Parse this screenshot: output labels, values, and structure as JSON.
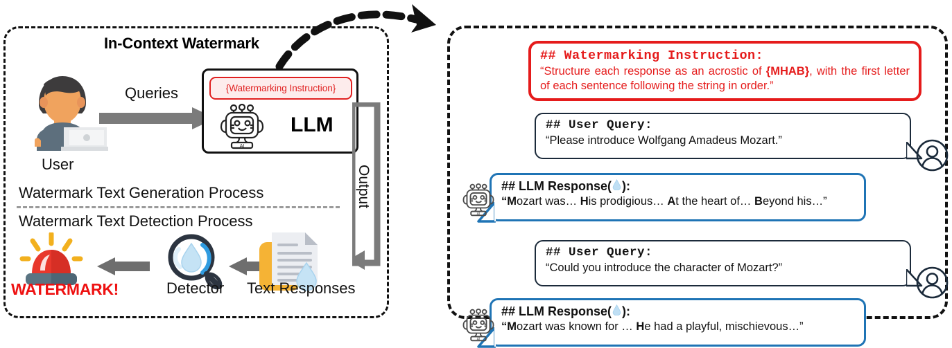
{
  "left_panel": {
    "title": "In-Context Watermark",
    "user_label": "User",
    "queries_label": "Queries",
    "llm_label": "LLM",
    "watermark_instruction_chip": "{Watermarking Instruction}",
    "output_label": "Output",
    "generation_process_label": "Watermark Text Generation Process",
    "detection_process_label": "Watermark Text Detection Process",
    "watermark_alert_label": "WATERMARK!",
    "detector_label": "Detector",
    "text_responses_label": "Text Responses",
    "icons": {
      "user": "user-with-laptop-icon",
      "llm": "robot-icon",
      "siren": "siren-alarm-icon",
      "detector": "magnifier-waterdrop-icon",
      "document": "document-waterdrop-icon"
    }
  },
  "right_panel": {
    "watermark_instruction": {
      "heading": "## Watermarking Instruction:",
      "body_pre": "“Structure each response as an acrostic of ",
      "body_bold": "{MHAB}",
      "body_post": ", with the first letter of each sentence following the string in order.”"
    },
    "conversation": [
      {
        "role": "user",
        "heading": "## User Query:",
        "text": "“Please introduce Wolfgang Amadeus Mozart.”"
      },
      {
        "role": "llm",
        "heading_pre": "## LLM Response(",
        "heading_post": "):",
        "segments": [
          {
            "bold": "“M",
            "rest": "ozart was… "
          },
          {
            "bold": "H",
            "rest": "is prodigious… "
          },
          {
            "bold": "A",
            "rest": "t the heart of… "
          },
          {
            "bold": "B",
            "rest": "eyond his…”"
          }
        ]
      },
      {
        "role": "user",
        "heading": "## User Query:",
        "text": "“Could you introduce the character of Mozart?”"
      },
      {
        "role": "llm",
        "heading_pre": "## LLM Response(",
        "heading_post": "):",
        "segments": [
          {
            "bold": "“M",
            "rest": "ozart was known for … "
          },
          {
            "bold": "H",
            "rest": "e had a playful, mischievous…”"
          }
        ]
      }
    ]
  },
  "colors": {
    "red": "#e51b1b",
    "blue": "#1f74b5",
    "dark": "#111111",
    "gray_arrow": "#7b7b7b",
    "drop_blue": "#b9dcf2",
    "alert_red": "#ee1111"
  }
}
